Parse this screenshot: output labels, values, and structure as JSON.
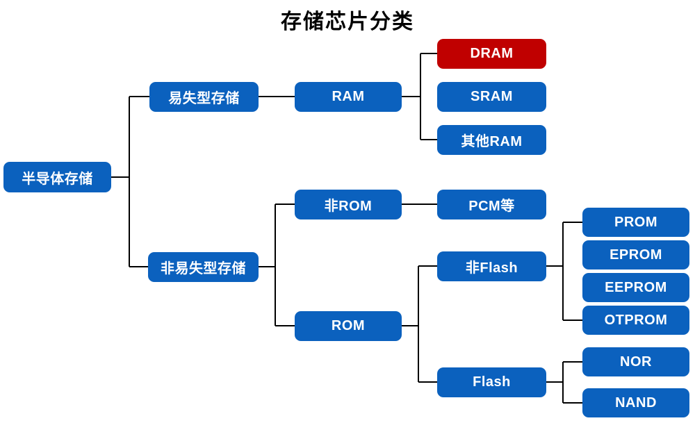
{
  "title": "存储芯片分类",
  "colors": {
    "node_blue": "#0b61be",
    "node_red": "#c00000",
    "connector": "#000000",
    "node_text": "#ffffff",
    "title_text": "#000000",
    "background": "#ffffff"
  },
  "tree": {
    "root": {
      "label": "半导体存储"
    },
    "volatile": {
      "label": "易失型存储"
    },
    "ram": {
      "label": "RAM"
    },
    "dram": {
      "label": "DRAM",
      "highlight": "red"
    },
    "sram": {
      "label": "SRAM"
    },
    "other_ram": {
      "label": "其他RAM"
    },
    "nonvolatile": {
      "label": "非易失型存储"
    },
    "non_rom": {
      "label": "非ROM"
    },
    "pcm": {
      "label": "PCM等"
    },
    "rom": {
      "label": "ROM"
    },
    "non_flash": {
      "label": "非Flash"
    },
    "prom": {
      "label": "PROM"
    },
    "eprom": {
      "label": "EPROM"
    },
    "eeprom": {
      "label": "EEPROM"
    },
    "otprom": {
      "label": "OTPROM"
    },
    "flash": {
      "label": "Flash"
    },
    "nor": {
      "label": "NOR"
    },
    "nand": {
      "label": "NAND"
    }
  },
  "hierarchy": {
    "半导体存储": {
      "易失型存储": {
        "RAM": [
          "DRAM",
          "SRAM",
          "其他RAM"
        ]
      },
      "非易失型存储": {
        "非ROM": [
          "PCM等"
        ],
        "ROM": {
          "非Flash": [
            "PROM",
            "EPROM",
            "EEPROM",
            "OTPROM"
          ],
          "Flash": [
            "NOR",
            "NAND"
          ]
        }
      }
    }
  }
}
